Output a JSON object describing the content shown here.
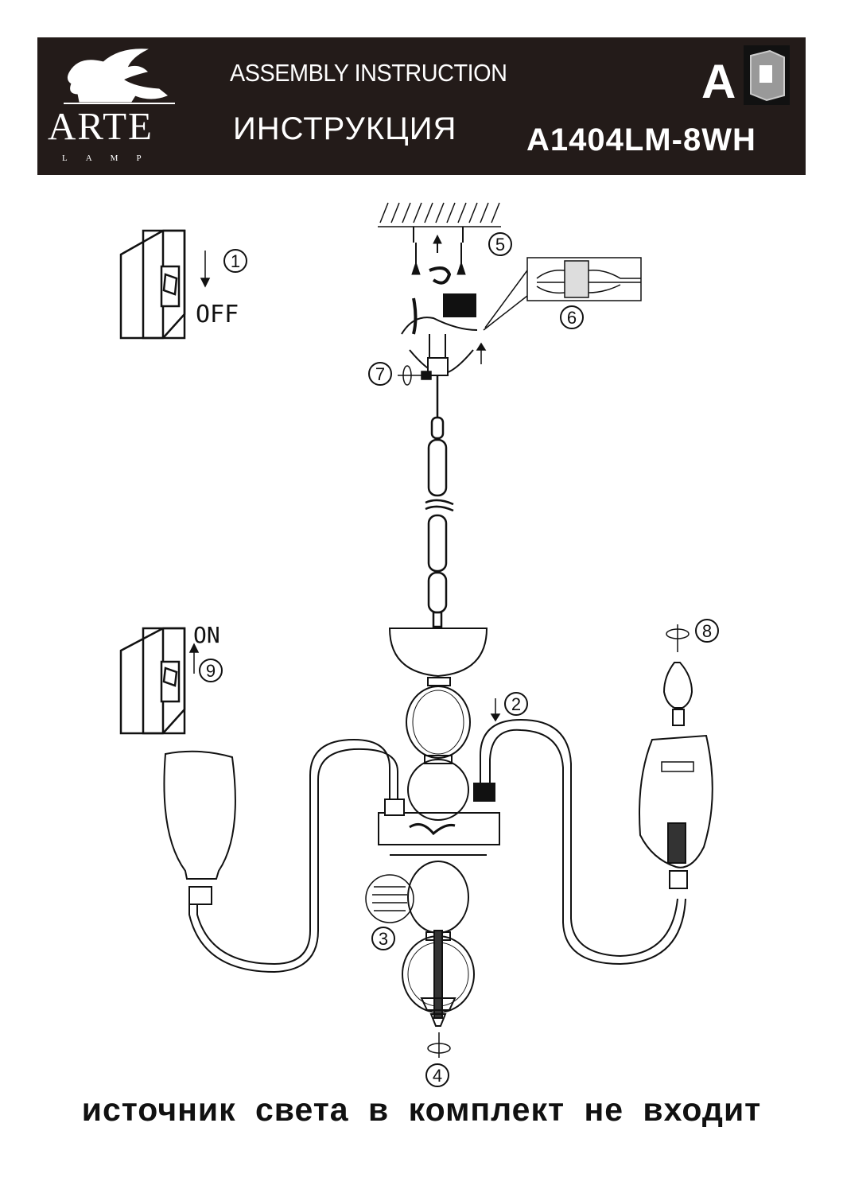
{
  "header": {
    "brand": "ARTE",
    "brand_sub": "LAMP",
    "title_en": "ASSEMBLY INSTRUCTION",
    "title_ru": "ИНСТРУКЦИЯ",
    "letter": "A",
    "model": "A1404LM-8WH",
    "info_glyph": "i"
  },
  "labels": {
    "off": "OFF",
    "on": "ON",
    "step1": "1",
    "step2": "2",
    "step3": "3",
    "step4": "4",
    "step5": "5",
    "step6": "6",
    "step7": "7",
    "step8": "8",
    "step9": "9"
  },
  "footer": {
    "notice": "источник света в комплект не входит"
  }
}
